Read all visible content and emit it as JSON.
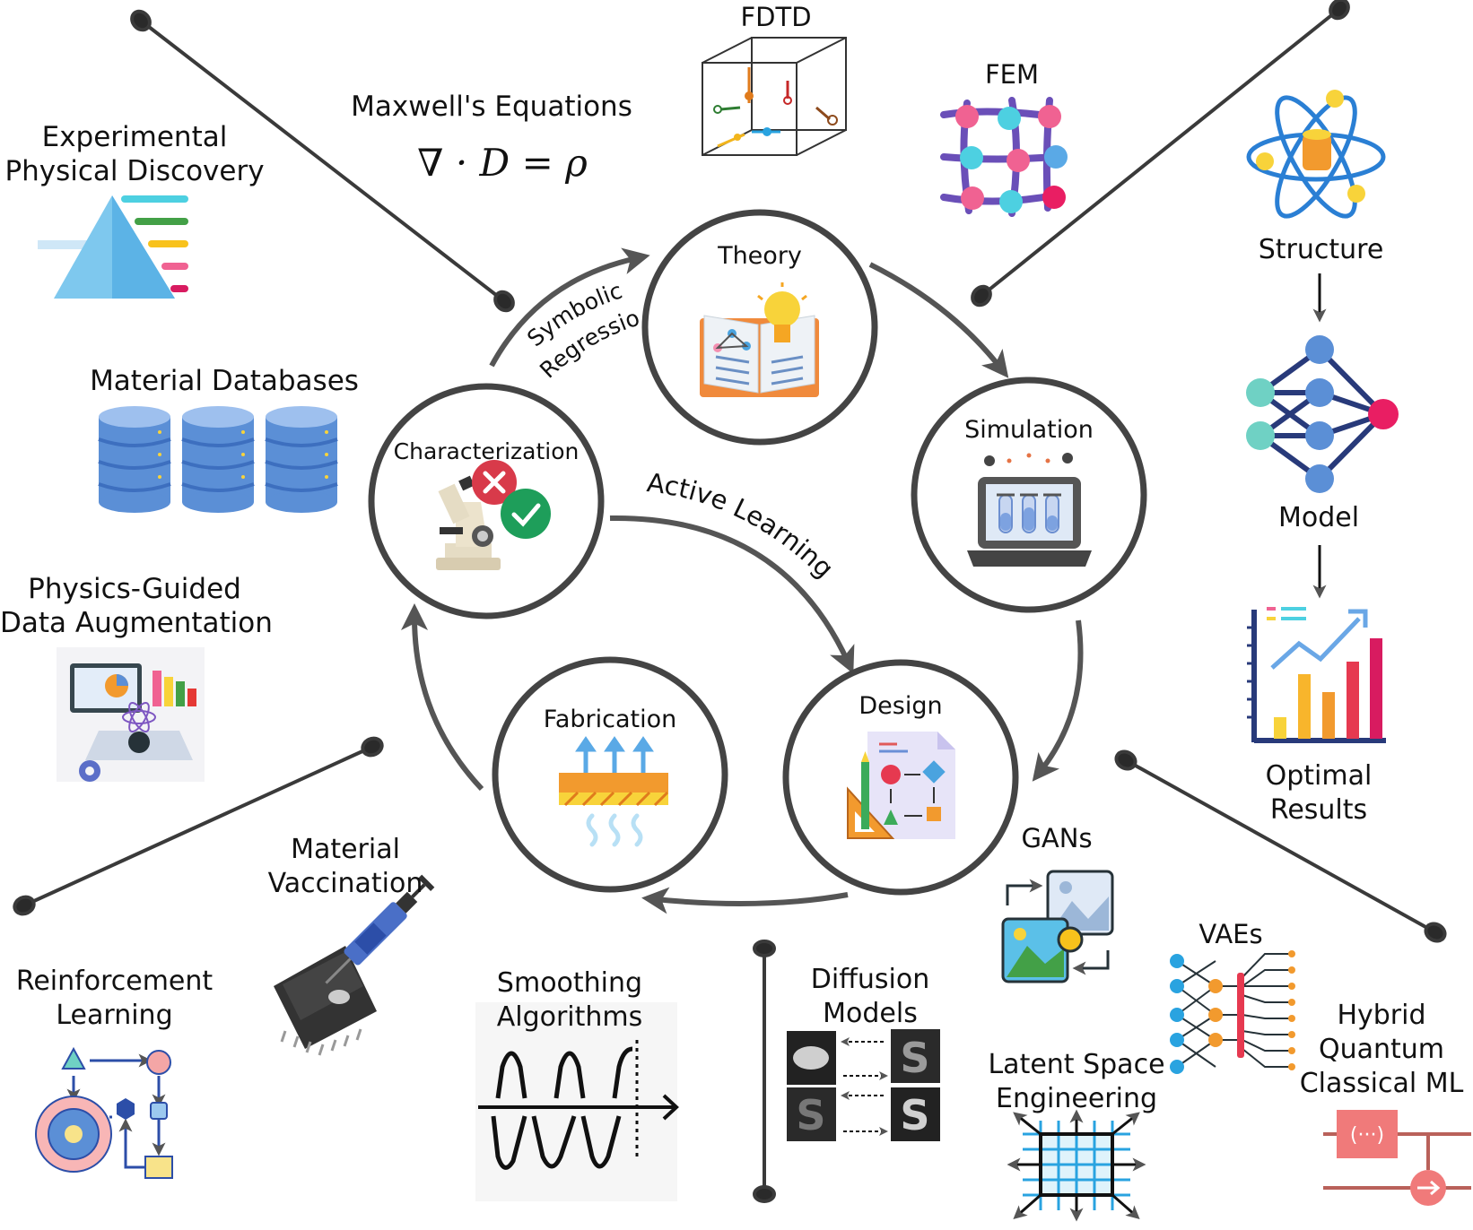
{
  "cycle": {
    "theory": "Theory",
    "simulation": "Simulation",
    "design": "Design",
    "fabrication": "Fabrication",
    "characterization": "Characterization",
    "symbolic_regression": [
      "Symbolic",
      "Regression"
    ],
    "active_learning": "Active Learning"
  },
  "labels": {
    "fdtd": "FDTD",
    "fem": "FEM",
    "maxwell_title": "Maxwell's Equations",
    "maxwell_eq": "∇ · D = ρ",
    "experimental": [
      "Experimental",
      "Physical Discovery"
    ],
    "material_databases": "Material Databases",
    "physics_guided": [
      "Physics-Guided",
      "Data Augmentation"
    ],
    "structure": "Structure",
    "model": "Model",
    "optimal_results": [
      "Optimal",
      "Results"
    ],
    "gans": "GANs",
    "vaes": "VAEs",
    "hybrid": [
      "Hybrid",
      "Quantum",
      "Classical ML"
    ],
    "latent": [
      "Latent Space",
      "Engineering"
    ],
    "diffusion": [
      "Diffusion",
      "Models"
    ],
    "smoothing": [
      "Smoothing",
      "Algorithms"
    ],
    "vaccination": [
      "Material",
      "Vaccination"
    ],
    "reinforcement": [
      "Reinforcement",
      "Learning"
    ],
    "quantum_gate": "(···)"
  },
  "colors": {
    "circle_stroke": "#444444",
    "arrow": "#555555",
    "pin": "#3a3a3a",
    "db_blue": "#5b8fd6",
    "pink": "#f06292",
    "cyan": "#4dd0e1",
    "purple": "#7e57c2",
    "green": "#1e9e5a",
    "red": "#d32f4f",
    "orange": "#f29a2e",
    "yellow": "#f8d33a"
  },
  "icons": [
    "book-bulb-icon",
    "laptop-test-tubes-icon",
    "design-flowchart-icon",
    "heat-layer-icon",
    "microscope-icon",
    "database-icon",
    "pyramid-icon",
    "atom-icon",
    "neural-net-icon",
    "bar-chart-icon",
    "image-swap-icon",
    "syringe-chip-icon",
    "grid-warp-icon",
    "quantum-circuit-icon"
  ]
}
